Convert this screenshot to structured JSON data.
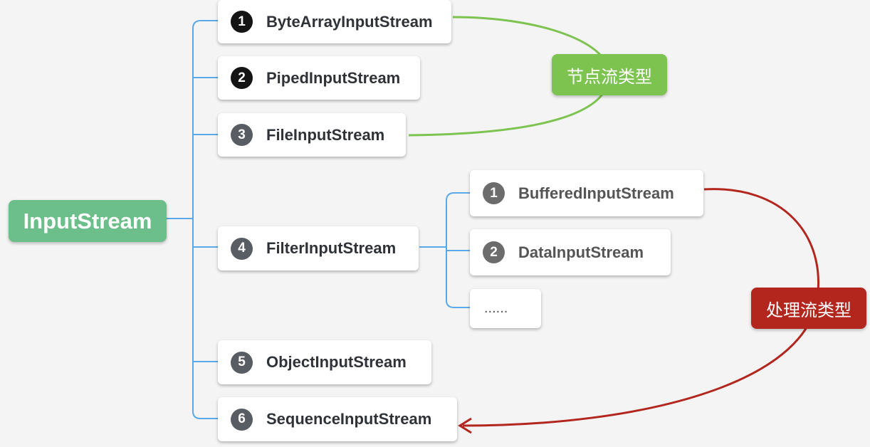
{
  "root": {
    "label": "InputStream"
  },
  "children": [
    {
      "number": "1",
      "label": "ByteArrayInputStream"
    },
    {
      "number": "2",
      "label": "PipedInputStream"
    },
    {
      "number": "3",
      "label": "FileInputStream"
    },
    {
      "number": "4",
      "label": "FilterInputStream"
    },
    {
      "number": "5",
      "label": "ObjectInputStream"
    },
    {
      "number": "6",
      "label": "SequenceInputStream"
    }
  ],
  "filter_children": [
    {
      "number": "1",
      "label": "BufferedInputStream"
    },
    {
      "number": "2",
      "label": "DataInputStream"
    },
    {
      "number": "",
      "label": "......"
    }
  ],
  "tags": {
    "node_type": "节点流类型",
    "processing_type": "处理流类型"
  },
  "colors": {
    "root": "#6cbf8a",
    "connector": "#5aa8e8",
    "node_tag": "#7dc350",
    "processing_tag": "#b2261e"
  }
}
